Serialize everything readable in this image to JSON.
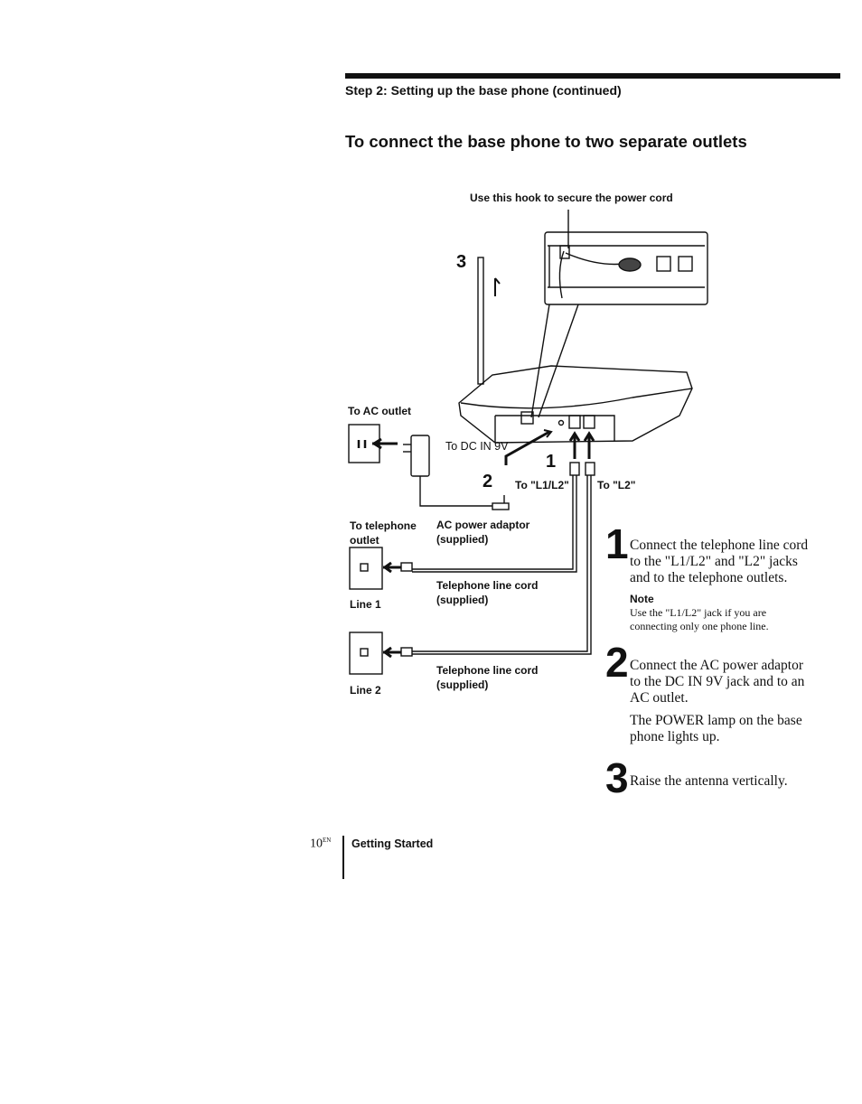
{
  "header": {
    "running_head": "Step 2: Setting up the base phone (continued)"
  },
  "section": {
    "title": "To connect the base phone to two separate outlets"
  },
  "diagram": {
    "callout_hook": "Use this hook to secure the power cord",
    "num_3": "3",
    "num_1": "1",
    "num_2": "2",
    "to_ac_outlet": "To AC outlet",
    "to_dc_in": "To DC IN 9V",
    "to_l1l2": "To \"L1/L2\"",
    "to_l2": "To \"L2\"",
    "to_telephone_outlet_1": "To telephone",
    "to_telephone_outlet_2": "outlet",
    "ac_adaptor_1": "AC power adaptor",
    "ac_adaptor_2": "(supplied)",
    "line_cord_a_1": "Telephone line cord",
    "line_cord_a_2": "(supplied)",
    "line_1": "Line 1",
    "line_cord_b_1": "Telephone line cord",
    "line_cord_b_2": "(supplied)",
    "line_2": "Line 2"
  },
  "steps": [
    {
      "number": "1",
      "lines": [
        "Connect the telephone line cord",
        "to the \"L1/L2\" and \"L2\" jacks",
        "and to the telephone outlets."
      ]
    },
    {
      "number": "2",
      "lines": [
        "Connect the AC power adaptor",
        "to the DC IN 9V jack and to an",
        "AC outlet."
      ]
    },
    {
      "number": "3",
      "lines": [
        "Raise the antenna vertically."
      ]
    }
  ],
  "note": {
    "heading": "Note",
    "lines": [
      "Use the \"L1/L2\" jack if you are",
      "connecting only one phone line."
    ]
  },
  "power_lamp": {
    "lines": [
      "The POWER lamp on the base",
      "phone lights up."
    ]
  },
  "footer": {
    "page_number": "10",
    "page_suffix": "EN",
    "section": "Getting Started"
  }
}
